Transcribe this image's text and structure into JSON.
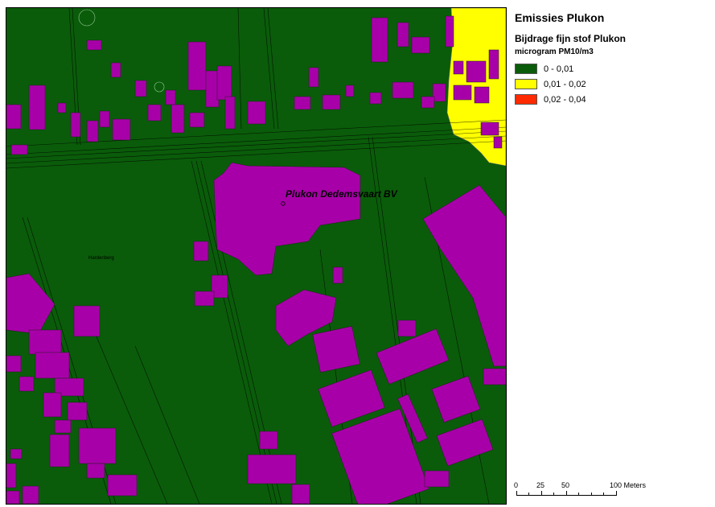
{
  "legend": {
    "title": "Emissies Plukon",
    "subtitle": "Bijdrage fijn stof Plukon",
    "unit": "microgram PM10/m3",
    "classes": [
      {
        "label": "0 - 0,01",
        "color": "#0a5c0a"
      },
      {
        "label": "0,01 - 0,02",
        "color": "#ffff00"
      },
      {
        "label": "0,02 - 0,04",
        "color": "#ff2a00"
      }
    ]
  },
  "map": {
    "labels": {
      "facility": "Plukon Dedemsvaart BV",
      "place": "Hardenberg"
    },
    "colors": {
      "background": "#0a5c0a",
      "buildings": "#a800a8",
      "roads": "#000000",
      "zone_high": "#ffff00"
    }
  },
  "scalebar": {
    "labels": [
      "0",
      "25",
      "50",
      "100 Meters"
    ]
  }
}
